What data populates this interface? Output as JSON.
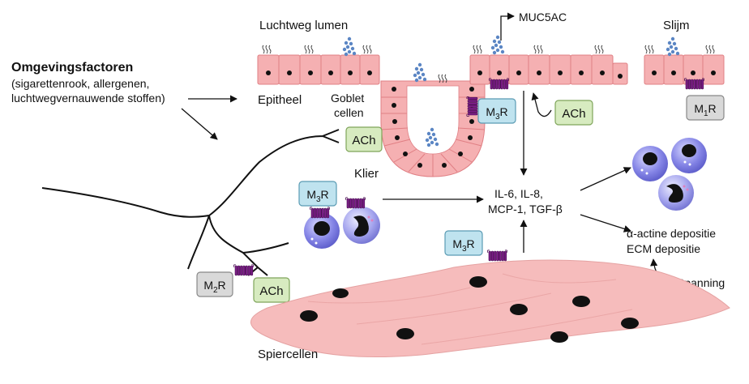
{
  "labels": {
    "airway_lumen": "Luchtweg lumen",
    "muc5ac": "MUC5AC",
    "mucus": "Slijm",
    "env_title": "Omgevingsfactoren",
    "env_line1": "(sigarettenrook, allergenen,",
    "env_line2": "luchtwegvernauwende stoffen)",
    "epithelium": "Epitheel",
    "goblet_line1": "Goblet",
    "goblet_line2": "cellen",
    "gland": "Klier",
    "cytokines_line1": "IL-6, IL-8,",
    "cytokines_line2": "MCP-1, TGF-β",
    "actin": "α-actine depositie",
    "ecm": "ECM depositie",
    "tension": "Spanning",
    "smooth_muscle": "Spiercellen"
  },
  "badges": {
    "ach_gland": "ACh",
    "ach_epithelium": "ACh",
    "ach_nerve": "ACh",
    "m3r_epithelium": {
      "base": "M",
      "sub": "3",
      "suffix": "R"
    },
    "m3r_inflam": {
      "base": "M",
      "sub": "3",
      "suffix": "R"
    },
    "m3r_muscle": {
      "base": "M",
      "sub": "3",
      "suffix": "R"
    },
    "m1r": {
      "base": "M",
      "sub": "1",
      "suffix": "R"
    },
    "m2r": {
      "base": "M",
      "sub": "2",
      "suffix": "R"
    }
  },
  "colors": {
    "epithelium": "#f5b0b2",
    "mucus": "#5b86c4",
    "receptor": "#7a1d86",
    "m3r_badge": "#bfe3ef",
    "ach_badge": "#d7ebc0",
    "mr_grey_badge": "#d9d9d9",
    "smooth_muscle": "#f6bcbc",
    "immune_cell": "#7f7fe0"
  }
}
